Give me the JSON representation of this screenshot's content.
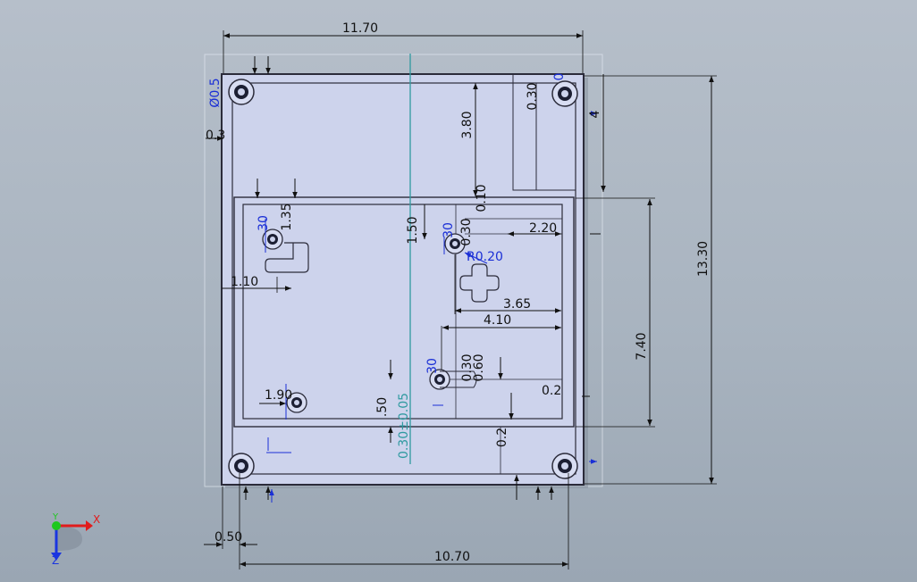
{
  "drawing": {
    "dims_black": [
      {
        "id": "top-width",
        "text": "11.70"
      },
      {
        "id": "bottom-width",
        "text": "10.70"
      },
      {
        "id": "left-offset",
        "text": "0.50"
      },
      {
        "id": "total-height",
        "text": "13.30"
      },
      {
        "id": "inner-height",
        "text": "7.40"
      },
      {
        "id": "top-gap",
        "text": "3.80"
      },
      {
        "id": "right-gap",
        "text": "2.20"
      },
      {
        "id": "hole-x",
        "text": "3.65"
      },
      {
        "id": "hole-x2",
        "text": "4.10"
      },
      {
        "id": "gap-150",
        "text": "1.50"
      },
      {
        "id": "left-110",
        "text": "1.10"
      },
      {
        "id": "left-190",
        "text": "1.90"
      },
      {
        "id": "left-135",
        "text": "1.35"
      },
      {
        "id": "gap-050",
        "text": ".50"
      },
      {
        "id": "r-030",
        "text": "0.30"
      },
      {
        "id": "r-030b",
        "text": "0.30"
      },
      {
        "id": "r-060",
        "text": "0.60"
      },
      {
        "id": "r-02",
        "text": "0.2"
      },
      {
        "id": "r-02b",
        "text": "0.2"
      },
      {
        "id": "r-4",
        "text": "4"
      },
      {
        "id": "r-030c",
        "text": "0.30"
      },
      {
        "id": "r-03",
        "text": "0.3"
      },
      {
        "id": "r-010",
        "text": "0.10"
      }
    ],
    "dims_blue": [
      {
        "id": "radius",
        "text": "R0.20"
      },
      {
        "id": "hole-30a",
        "text": "30"
      },
      {
        "id": "hole-30b",
        "text": "30"
      },
      {
        "id": "hole-30c",
        "text": "30"
      },
      {
        "id": "hole-9a",
        "text": "0"
      },
      {
        "id": "hole-diam",
        "text": "Ø0.5"
      }
    ],
    "dims_teal": [
      {
        "id": "tolerance",
        "text": "0.30±0.05"
      }
    ]
  },
  "axes": {
    "x": "X",
    "y": "Y",
    "z": "Z"
  },
  "colors": {
    "part_fill": "#cdd3ec",
    "part_stroke": "#2b2b3a",
    "dim_line": "#111111",
    "dim_blue": "#1a2fd6",
    "center_line": "#2f9aa0",
    "axis_x": "#e11c1c",
    "axis_y": "#1ec81e",
    "axis_z": "#1a35e0"
  }
}
